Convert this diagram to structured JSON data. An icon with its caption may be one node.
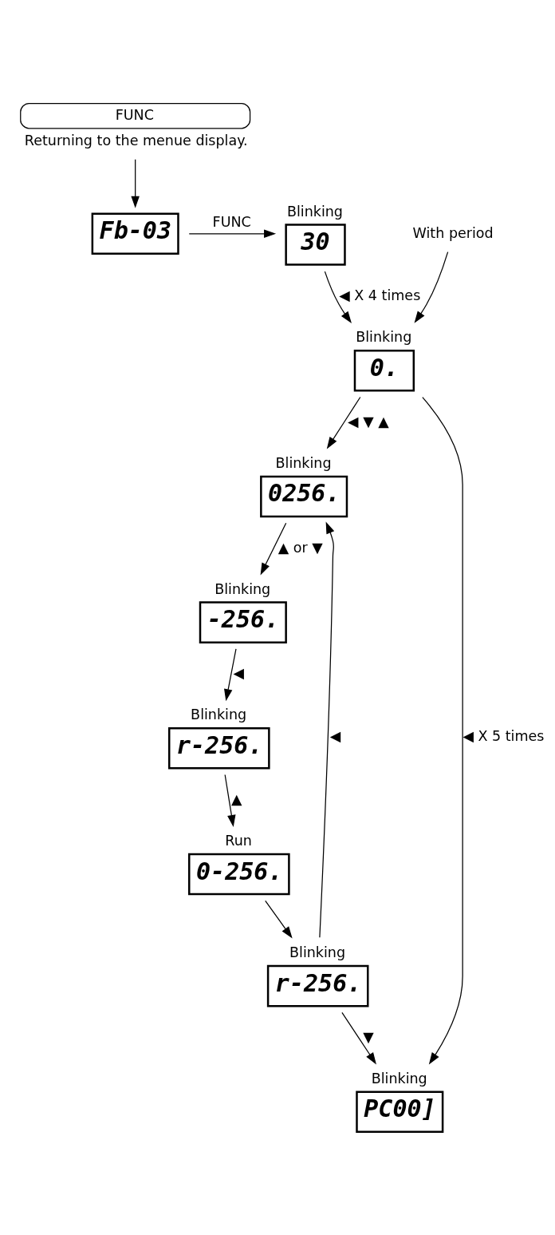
{
  "diagram": {
    "nodes": [
      {
        "text": [
          "Fb-03"
        ]
      },
      {
        "text": [
          "30"
        ],
        "beside": [
          "Blinking"
        ]
      },
      {
        "text": [
          "0."
        ],
        "beside": [
          "Blinking"
        ]
      },
      {
        "text": [
          "0256."
        ],
        "beside": [
          "Blinking"
        ]
      },
      {
        "text": [
          "-256."
        ],
        "beside": [
          "Blinking"
        ]
      },
      {
        "text": [
          "r-256."
        ],
        "beside": [
          "Blinking"
        ]
      },
      {
        "text": [
          "0-256."
        ],
        "beside": [
          "Run"
        ]
      },
      {
        "text": [
          "r-256."
        ],
        "beside": [
          "Blinking"
        ]
      },
      {
        "text": [
          "PC00]"
        ],
        "beside": [
          "Blinking"
        ]
      },
      {
        "text": [
          "With period"
        ]
      },
      {
        "text": [
          "FUNC",
          "Returning to the menue display."
        ]
      }
    ],
    "edges": [
      {
        "from": 0,
        "to": 1,
        "arrow": "to",
        "label": "FUNC"
      },
      {
        "from": 1,
        "to": 2,
        "arrow": "to",
        "label": "◀ X 4 times"
      },
      {
        "from": 9,
        "to": 2,
        "arrow": "to"
      },
      {
        "from": 2,
        "to": 3,
        "arrow": "to",
        "label": "◀ ▼ ▲"
      },
      {
        "from": 3,
        "to": 4,
        "arrow": "to",
        "label": "▲ or ▼"
      },
      {
        "from": 4,
        "to": 5,
        "arrow": "to",
        "label": "◀"
      },
      {
        "from": 5,
        "to": 6,
        "arrow": "to",
        "label": "▲"
      },
      {
        "from": 6,
        "to": 7,
        "arrow": "to"
      },
      {
        "from": 7,
        "to": 8,
        "arrow": "to",
        "label": "▼"
      },
      {
        "from": 7,
        "to": 3,
        "arrow": "to",
        "label": "◀"
      },
      {
        "from": 2,
        "to": 8,
        "arrow": "to",
        "label": "◀ X 5 times"
      },
      {
        "from": 10,
        "to": 0,
        "arrow": "to"
      }
    ]
  }
}
